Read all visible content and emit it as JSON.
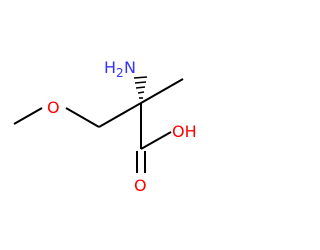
{
  "molecule": {
    "atoms": {
      "amine": {
        "text": "H",
        "subscript": "2",
        "suffix": "N",
        "color": "#3333ff"
      },
      "ether_oxygen": {
        "text": "O",
        "color": "#ff0000"
      },
      "hydroxyl": {
        "text": "OH",
        "color": "#ff0000"
      },
      "carbonyl_oxygen": {
        "text": "O",
        "color": "#ff0000"
      }
    },
    "bond_color": "#000000",
    "background": "#ffffff"
  }
}
